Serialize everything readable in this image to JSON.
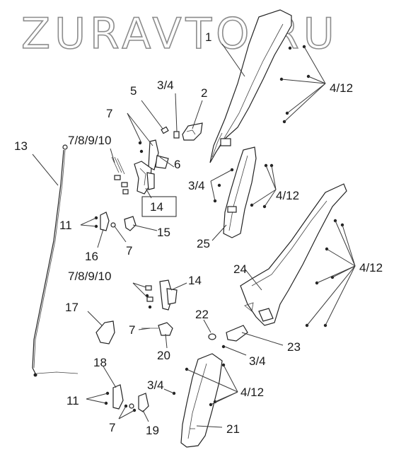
{
  "watermark": "ZURAVTO.RU",
  "labels": {
    "p1": "1",
    "p2": "2",
    "p5": "5",
    "p3_4_top": "3/4",
    "p7_top": "7",
    "p7_8_9_10_top": "7/8/9/10",
    "p13": "13",
    "p6": "6",
    "p3_4_mid": "3/4",
    "p14_boxed": "14",
    "p4_12_top": "4/12",
    "p4_12_mid": "4/12",
    "p11_top": "11",
    "p15": "15",
    "p16": "16",
    "p7_mid": "7",
    "p25": "25",
    "p24": "24",
    "p4_12_right": "4/12",
    "p7_8_9_10_low": "7/8/9/10",
    "p14": "14",
    "p17": "17",
    "p22": "22",
    "p7_low": "7",
    "p20": "20",
    "p23": "23",
    "p3_4_low": "3/4",
    "p18": "18",
    "p3_4_bottom": "3/4",
    "p4_12_bottom": "4/12",
    "p11_bottom": "11",
    "p7_bottom": "7",
    "p19": "19",
    "p21": "21"
  }
}
